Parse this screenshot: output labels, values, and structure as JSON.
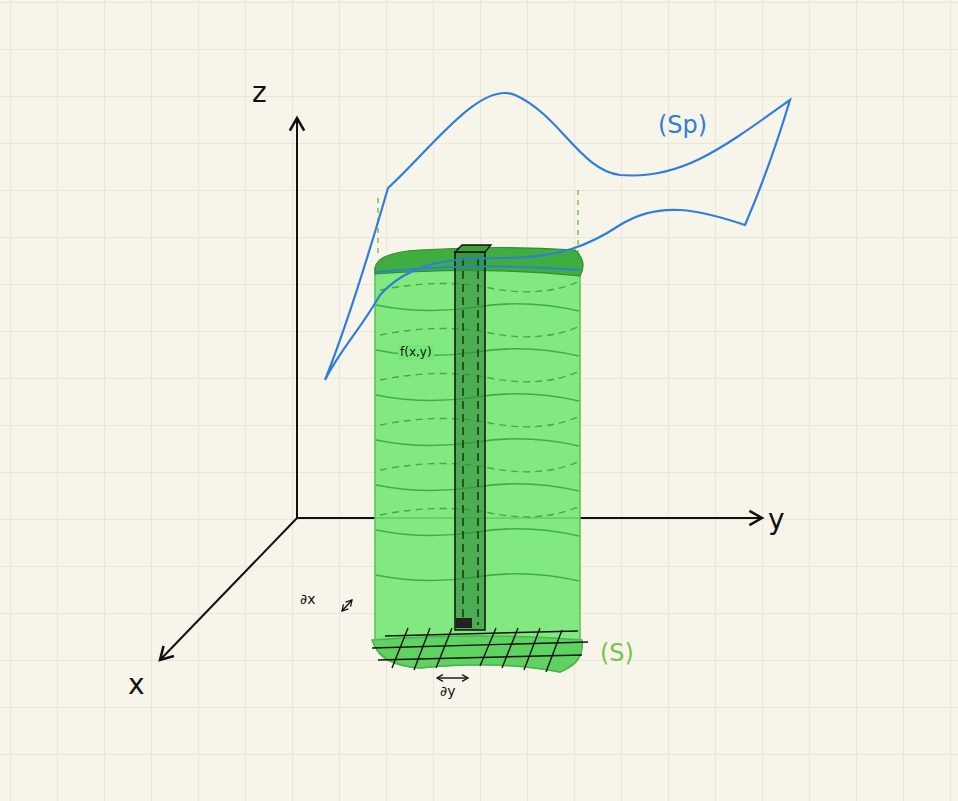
{
  "diagram": {
    "labels": [
      "z",
      "y",
      "x",
      "(Sp)",
      "f(x,y)",
      "∂x",
      "∂y",
      "(S)"
    ]
  }
}
